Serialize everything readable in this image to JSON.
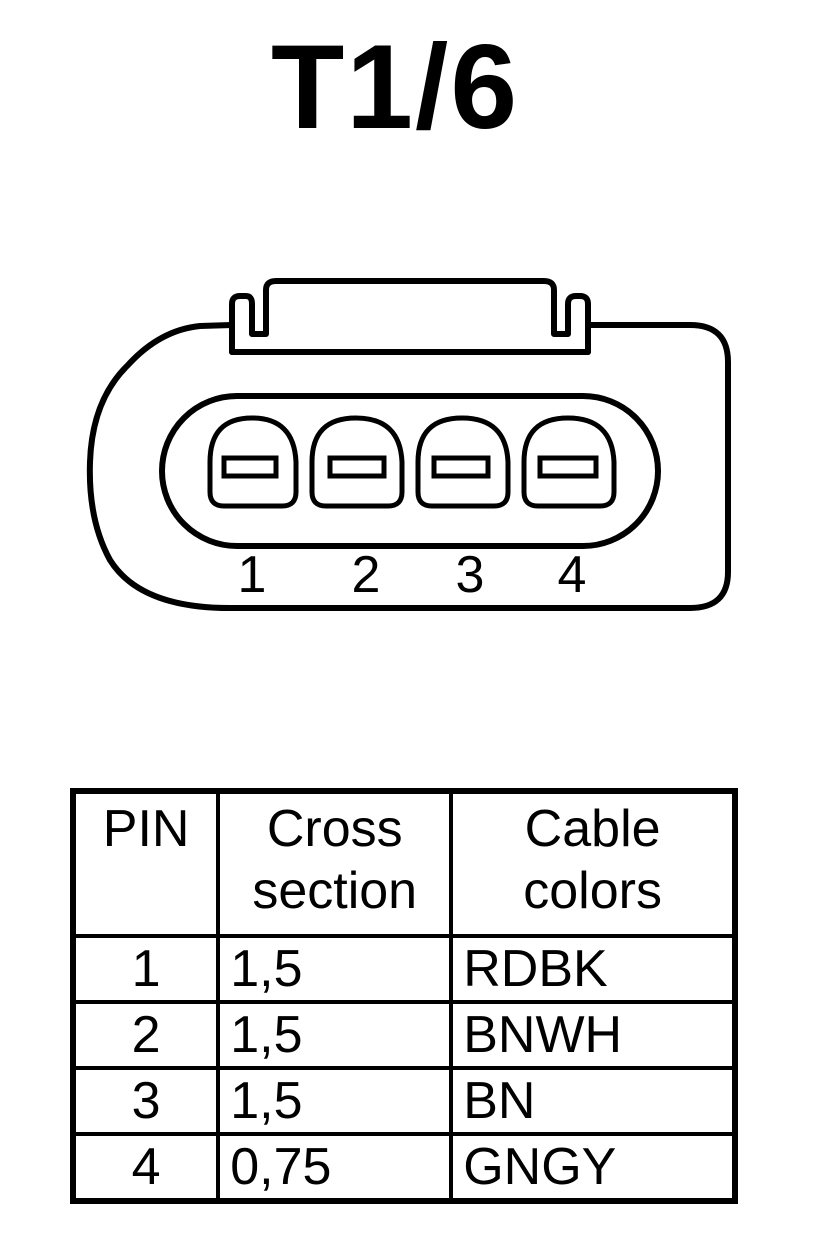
{
  "title": "T1/6",
  "connector": {
    "pin_labels": [
      "1",
      "2",
      "3",
      "4"
    ]
  },
  "table": {
    "headers": {
      "pin": "PIN",
      "cross_section": [
        "Cross",
        "section"
      ],
      "cable_colors": [
        "Cable",
        "colors"
      ]
    },
    "rows": [
      {
        "pin": "1",
        "cross_section": "1,5",
        "cable_color": "RDBK"
      },
      {
        "pin": "2",
        "cross_section": "1,5",
        "cable_color": "BNWH"
      },
      {
        "pin": "3",
        "cross_section": "1,5",
        "cable_color": "BN"
      },
      {
        "pin": "4",
        "cross_section": "0,75",
        "cable_color": "GNGY"
      }
    ]
  }
}
